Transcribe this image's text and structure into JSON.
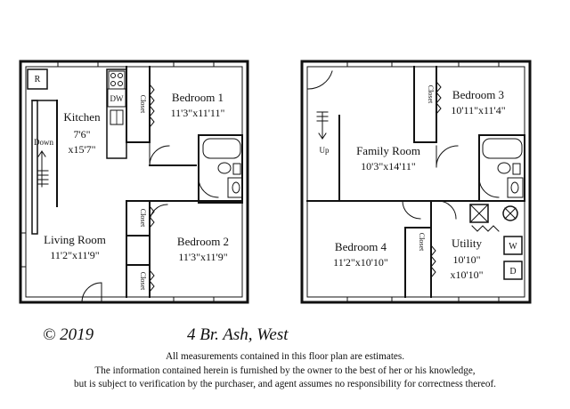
{
  "plan": {
    "left_unit": {
      "refrigerator": "R",
      "kitchen": {
        "name": "Kitchen",
        "width": "7'6\"",
        "length": "x15'7\""
      },
      "dishwasher": "DW",
      "stairs_down": "Down",
      "bedroom1": {
        "name": "Bedroom 1",
        "size": "11'3\"x11'11\""
      },
      "closet_b1": "Closet",
      "living_room": {
        "name": "Living Room",
        "size": "11'2\"x11'9\""
      },
      "bedroom2": {
        "name": "Bedroom 2",
        "size": "11'3\"x11'9\""
      },
      "closet_b2_upper": "Closet",
      "closet_b2_lower": "Closet"
    },
    "right_unit": {
      "stairs_up": "Up",
      "family_room": {
        "name": "Family Room",
        "size": "10'3\"x14'11\""
      },
      "bedroom3": {
        "name": "Bedroom 3",
        "size": "10'11\"x11'4\""
      },
      "closet_b3": "Closet",
      "bedroom4": {
        "name": "Bedroom 4",
        "size": "11'2\"x10'10\""
      },
      "closet_b4": "Closet",
      "utility": {
        "name": "Utility",
        "width": "10'10\"",
        "length": "x10'10\""
      },
      "washer": "W",
      "dryer": "D"
    }
  },
  "footer": {
    "copyright": "© 2019",
    "title": "4 Br.  Ash, West",
    "disclaimer": [
      "All measurements contained in this floor plan are estimates.",
      "The information contained herein is furnished by the owner to the best of her or his knowledge,",
      "but is subject to verification by the purchaser, and agent assumes no responsibility for correctness thereof."
    ]
  }
}
